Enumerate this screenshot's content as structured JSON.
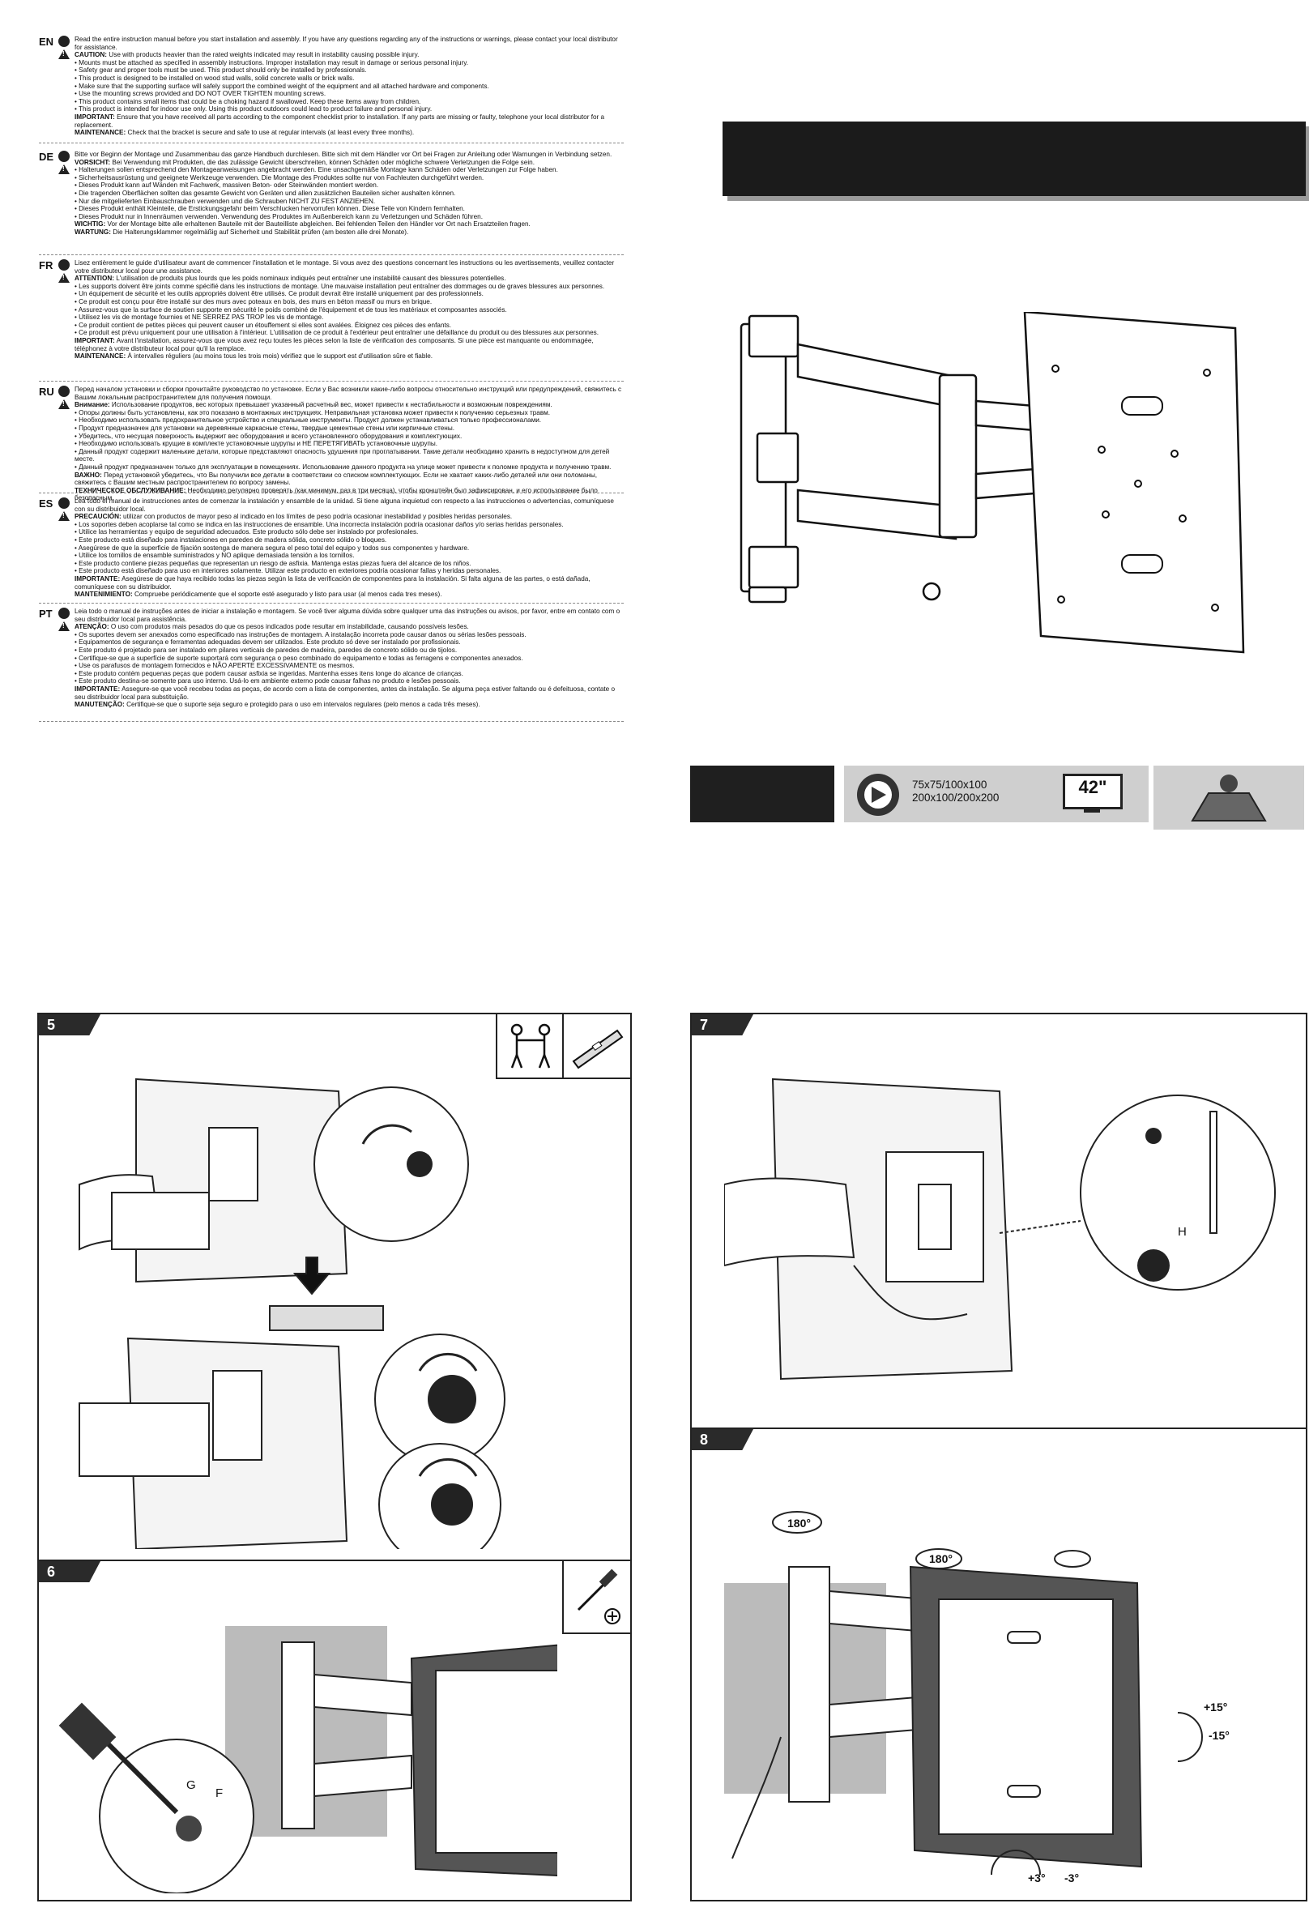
{
  "languages": [
    {
      "code": "EN",
      "lines": [
        "Read the entire instruction manual before you start installation and assembly. If you have any questions regarding any of the instructions or warnings, please contact your local distributor for assistance.",
        "**CAUTION:** Use with products heavier than the rated weights indicated may result in instability causing possible injury.",
        "• Mounts must be attached as specified in assembly instructions. Improper installation may result in damage or serious personal injury.",
        "• Safety gear and proper tools must be used. This product should only be installed by professionals.",
        "• This product is designed to be installed on wood stud walls, solid concrete walls or brick walls.",
        "• Make sure that the supporting surface will safely support the combined weight of the equipment and all attached hardware and components.",
        "• Use the mounting screws provided and DO NOT OVER TIGHTEN mounting screws.",
        "• This product contains small items that could be a choking hazard if swallowed. Keep these items away from children.",
        "• This product is intended for indoor use only. Using this product outdoors could lead to product failure and personal injury.",
        "**IMPORTANT:** Ensure that you have received all parts according to the component checklist prior to installation. If any parts are missing or faulty, telephone your local distributor for a replacement.",
        "**MAINTENANCE:** Check that the bracket is secure and safe to use at regular intervals (at least every three months)."
      ]
    },
    {
      "code": "DE",
      "lines": [
        "Bitte vor Beginn der Montage und Zusammenbau das ganze Handbuch durchlesen. Bitte sich mit dem Händler vor Ort bei Fragen zur Anleitung oder Warnungen in Verbindung setzen.",
        "**VORSICHT:** Bei Verwendung mit Produkten, die das zulässige Gewicht überschreiten, können Schäden oder mögliche schwere Verletzungen die Folge sein.",
        "• Halterungen sollen entsprechend den Montageanweisungen angebracht werden. Eine unsachgemäße Montage kann Schäden oder Verletzungen zur Folge haben.",
        "• Sicherheitsausrüstung und geeignete Werkzeuge verwenden. Die Montage des Produktes sollte nur von Fachleuten durchgeführt werden.",
        "• Dieses Produkt kann auf Wänden mit Fachwerk, massiven Beton- oder Steinwänden montiert werden.",
        "• Die tragenden Oberflächen sollten das gesamte Gewicht von Geräten und allen zusätzlichen Bauteilen sicher aushalten können.",
        "• Nur die mitgelieferten Einbauschrauben verwenden und die Schrauben NICHT ZU FEST ANZIEHEN.",
        "• Dieses Produkt enthält Kleinteile, die Erstickungsgefahr beim Verschlucken hervorrufen können. Diese Teile von Kindern fernhalten.",
        "• Dieses Produkt nur in Innenräumen verwenden. Verwendung des Produktes im Außenbereich kann zu Verletzungen und Schäden führen.",
        "**WICHTIG:** Vor der Montage bitte alle erhaltenen Bauteile mit der Bauteilliste abgleichen. Bei fehlenden Teilen den Händler vor Ort nach Ersatzteilen fragen.",
        "**WARTUNG:** Die Halterungsklammer regelmäßig auf Sicherheit und Stabilität prüfen (am besten alle drei Monate)."
      ]
    },
    {
      "code": "FR",
      "lines": [
        "Lisez entièrement le guide d'utilisateur avant de commencer l'installation et le montage. Si vous avez des questions concernant les instructions ou les avertissements, veuillez contacter votre distributeur local pour une assistance.",
        "**ATTENTION:** L'utilisation de produits plus lourds que les poids nominaux indiqués peut entraîner une instabilité causant des blessures potentielles.",
        "• Les supports doivent être joints comme spécifié dans les instructions de montage. Une mauvaise installation peut entraîner des dommages ou de graves blessures aux personnes.",
        "• Un équipement de sécurité et les outils appropriés doivent être utilisés. Ce produit devrait être installé uniquement par des professionnels.",
        "• Ce produit est conçu pour être installé sur des murs avec poteaux en bois, des murs en béton massif ou murs en brique.",
        "• Assurez-vous que la surface de soutien supporte en sécurité le poids combiné de l'équipement et de tous les matériaux et composantes associés.",
        "• Utilisez les vis de montage fournies et NE SERREZ PAS TROP les vis de montage.",
        "• Ce produit contient de petites pièces qui peuvent causer un étouffement si elles sont avalées. Éloignez ces pièces des enfants.",
        "• Ce produit est prévu uniquement pour une utilisation à l'intérieur. L'utilisation de ce produit à l'extérieur peut entraîner une défaillance du produit ou des blessures aux personnes.",
        "**IMPORTANT:** Avant l'installation, assurez-vous que vous avez reçu toutes les pièces selon la liste de vérification des composants. Si une pièce est manquante ou endommagée, téléphonez à votre distributeur local pour qu'il la remplace.",
        "**MAINTENANCE:** À intervalles réguliers (au moins tous les trois mois) vérifiez que le support est d'utilisation sûre et fiable."
      ]
    },
    {
      "code": "RU",
      "lines": [
        "Перед началом установки и сборки прочитайте руководство по установке. Если у Вас возникли какие-либо вопросы относительно инструкций или предупреждений, свяжитесь с Вашим локальным распространителем для получения помощи.",
        "**Внимание:** Использование продуктов, вес которых превышает указанный расчетный вес, может привести к нестабильности и возможным повреждениям.",
        "• Опоры должны быть установлены, как это показано в монтажных инструкциях. Неправильная установка может привести к получению серьезных травм.",
        "• Необходимо использовать предохранительное устройство и специальные инструменты. Продукт должен устанавливаться только профессионалами.",
        "• Продукт предназначен для установки на деревянные каркасные стены, твердые цементные стены или кирпичные стены.",
        "• Убедитесь, что несущая поверхность выдержит вес оборудования и всего установленного оборудования и комплектующих.",
        "• Необходимо использовать крущие в комплекте установочные шурупы и НЕ ПЕРЕТЯГИВАТЬ установочные шурупы.",
        "• Данный продукт содержит маленькие детали, которые представляют опасность удушения при проглатывании. Такие детали необходимо хранить в недоступном для детей месте.",
        "• Данный продукт предназначен только для эксплуатации в помещениях. Использование данного продукта на улице может привести к поломке продукта и получению травм.",
        "**ВАЖНО:** Перед установкой убедитесь, что Вы получили все детали в соответствии со списком комплектующих. Если не хватает каких-либо деталей или они поломаны, свяжитесь с Вашим местным распространителем по вопросу замены.",
        "**ТЕХНИЧЕСКОЕ ОБСЛУЖИВАНИЕ:** Необходимо регулярно проверять (как минимум, раз в три месяца), чтобы кронштейн был зафиксирован, и его использование было безопасным."
      ]
    },
    {
      "code": "ES",
      "lines": [
        "Lea todo el manual de instrucciones antes de comenzar la instalación y ensamble de la unidad. Si tiene alguna inquietud con respecto a las instrucciones o advertencias, comuníquese con su distribuidor local.",
        "**PRECAUCIÓN:** utilizar con productos de mayor peso al indicado en los límites de peso podría ocasionar inestabilidad y posibles heridas personales.",
        "• Los soportes deben acoplarse tal como se indica en las instrucciones de ensamble. Una incorrecta instalación podría ocasionar daños y/o serias heridas personales.",
        "• Utilice las herramientas y equipo de seguridad adecuados. Este producto sólo debe ser instalado por profesionales.",
        "• Este producto está diseñado para instalaciones en paredes de madera sólida, concreto sólido o bloques.",
        "• Asegúrese de que la superficie de fijación sostenga de manera segura el peso total del equipo y todos sus componentes y hardware.",
        "• Utilice los tornillos de ensamble suministrados y NO aplique demasiada tensión a los tornillos.",
        "• Este producto contiene piezas pequeñas que representan un riesgo de asfixia. Mantenga estas piezas fuera del alcance de los niños.",
        "• Este producto está diseñado para uso en interiores solamente. Utilizar este producto en exteriores podría ocasionar fallas y heridas personales.",
        "**IMPORTANTE:** Asegúrese de que haya recibido todas las piezas según la lista de verificación de componentes para la instalación. Si falta alguna de las partes, o está dañada, comuníquese con su distribuidor.",
        "**MANTENIMIENTO:** Compruebe periódicamente que el soporte esté asegurado y listo para usar (al menos cada tres meses)."
      ]
    },
    {
      "code": "PT",
      "lines": [
        "Leia todo o manual de instruções antes de iniciar a instalação e montagem. Se você tiver alguma dúvida sobre qualquer uma das instruções ou avisos, por favor, entre em contato com o seu distribuidor local para assistência.",
        "**ATENÇÃO:** O uso com produtos mais pesados do que os pesos indicados pode resultar em instabilidade, causando possíveis lesões.",
        "• Os suportes devem ser anexados como especificado nas instruções de montagem. A instalação incorreta pode causar danos ou sérias lesões pessoais.",
        "• Equipamentos de segurança e ferramentas adequadas devem ser utilizados. Este produto só deve ser instalado por profissionais.",
        "• Este produto é projetado para ser instalado em pilares verticais de paredes de madeira, paredes de concreto sólido ou de tijolos.",
        "• Certifique-se que a superfície de suporte suportará com segurança o peso combinado do equipamento e todas as ferragens e componentes anexados.",
        "• Use os parafusos de montagem fornecidos e NÃO APERTE EXCESSIVAMENTE os mesmos.",
        "• Este produto contém pequenas peças que podem causar asfixia se ingeridas. Mantenha esses itens longe do alcance de crianças.",
        "• Este produto destina-se somente para uso interno. Usá-lo em ambiente externo pode causar falhas no produto e lesões pessoais.",
        "**IMPORTANTE:** Assegure-se que você recebeu todas as peças, de acordo com a lista de componentes, antes da instalação. Se alguma peça estiver faltando ou é defeituosa, contate o seu distribuidor local para substituição.",
        "**MANUTENÇÃO:** Certifique-se que o suporte seja seguro e protegido para o uso em intervalos regulares (pelo menos a cada três meses)."
      ]
    }
  ],
  "specs": {
    "vesa_line1": "75x75/100x100",
    "vesa_line2": "200x100/200x200",
    "screen_size": "42\""
  },
  "steps": {
    "step5": "5",
    "step6": "6",
    "step7": "7",
    "step8": "8"
  },
  "part_labels": {
    "g": "G",
    "f": "F",
    "h": "H"
  },
  "rotations": {
    "swivel_1": "180°",
    "swivel_2": "180°",
    "tilt_up": "+15°",
    "tilt_down": "-15°",
    "level_plus": "+3°",
    "level_minus": "-3°"
  }
}
